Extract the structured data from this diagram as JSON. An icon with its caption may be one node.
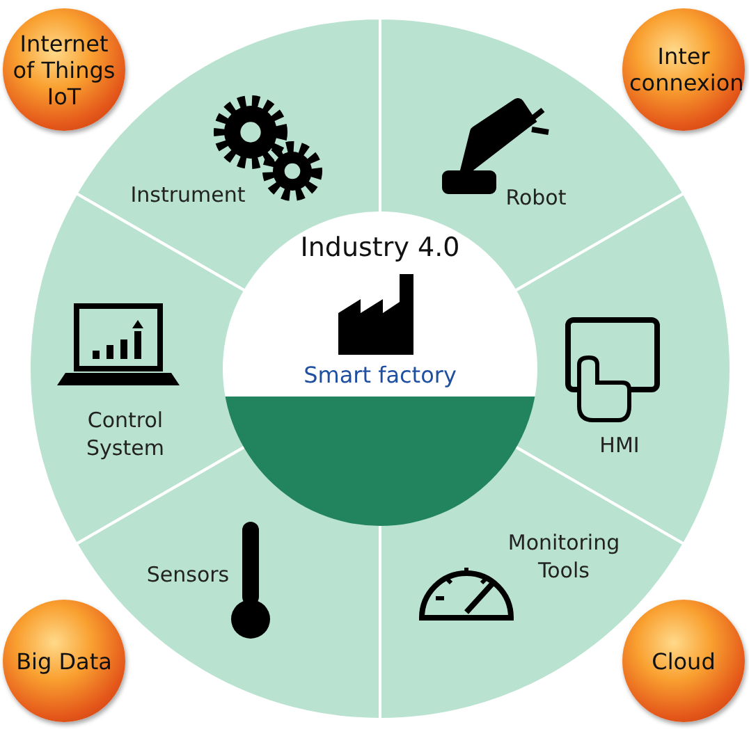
{
  "diagram": {
    "nodes": [
      {
        "text": [
          "Internet of Things IoT"
        ]
      },
      {
        "text": [
          "Inter connexion"
        ]
      },
      {
        "text": [
          "Instrument"
        ]
      },
      {
        "text": [
          "Robot"
        ]
      },
      {
        "text": [
          "Industry 4.0",
          "Smart factory"
        ]
      },
      {
        "text": [
          "Control System"
        ]
      },
      {
        "text": [
          "HMI"
        ]
      },
      {
        "text": [
          "Monitoring Tools"
        ]
      },
      {
        "text": [
          "Sensors"
        ]
      },
      {
        "text": [
          "Big Data"
        ]
      },
      {
        "text": [
          "Cloud"
        ]
      }
    ]
  }
}
